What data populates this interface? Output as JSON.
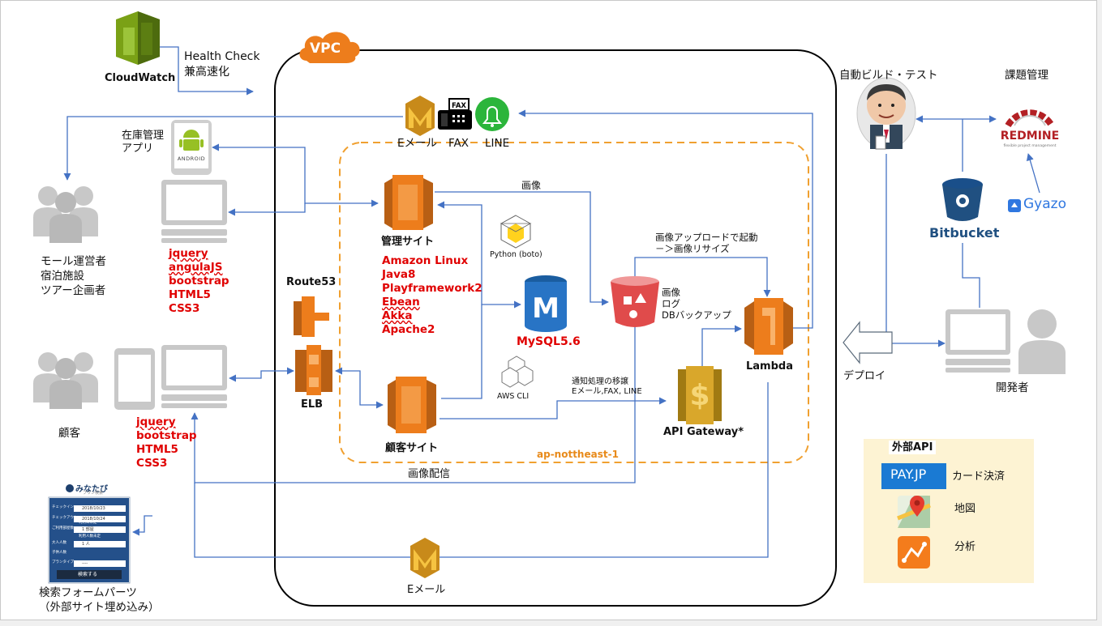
{
  "vpc": {
    "label": "VPC",
    "region": "ap-nottheast-1"
  },
  "cloudwatch": {
    "label": "CloudWatch",
    "note": "Health Check\n兼高速化"
  },
  "notify": {
    "email": "Eメール",
    "fax": "FAX",
    "line": "LINE",
    "fax_icon_text": "FAX"
  },
  "android": {
    "caption": "在庫管理\nアプリ",
    "brand": "ANDROID"
  },
  "mall": {
    "label": "モール運営者\n宿泊施設\nツアー企画者",
    "stack": [
      "jquery",
      "angulaJS",
      "bootstrap",
      "HTML5",
      "CSS3"
    ]
  },
  "customer": {
    "label": "顧客",
    "stack": [
      "jquery",
      "bootstrap",
      "HTML5",
      "CSS3"
    ]
  },
  "route53": {
    "label": "Route53"
  },
  "elb": {
    "label": "ELB"
  },
  "admin_site": {
    "label": "管理サイト",
    "stack": [
      "Amazon Linux",
      "Java8",
      "Playframework2",
      "Ebean",
      "Akka",
      "Apache2"
    ]
  },
  "customer_site": {
    "label": "顧客サイト"
  },
  "python": {
    "label": "Python (boto)"
  },
  "aws_cli": {
    "label": "AWS CLI"
  },
  "mysql": {
    "label": "MySQL5.6",
    "icon_letter": "M"
  },
  "s3": {
    "label": "画像\nログ\nDBバックアップ"
  },
  "lambda": {
    "label": "Lambda"
  },
  "api_gateway": {
    "label": "API Gateway*"
  },
  "edges": {
    "image": "画像",
    "upload_trigger": "画像アップロードで起動\n－＞画像リサイズ",
    "notify_move": "通知処理の移譲\nEメール,FAX, LINE",
    "image_delivery": "画像配信",
    "deploy": "デプロイ"
  },
  "bottom_email": {
    "label": "Eメール"
  },
  "jenkins": {
    "label": "自動ビルド・テスト"
  },
  "redmine": {
    "caption": "課題管理",
    "logo": "REDMINE",
    "tagline": "flexible project management"
  },
  "gyazo": {
    "label": "Gyazo"
  },
  "bitbucket": {
    "label": "Bitbucket"
  },
  "developer": {
    "label": "開発者"
  },
  "external_api": {
    "title": "外部API",
    "items": [
      {
        "icon": "PAY.JP",
        "label": "カード決済"
      },
      {
        "icon": "google-maps-icon",
        "label": "地図"
      },
      {
        "icon": "google-analytics-icon",
        "label": "分析"
      }
    ]
  },
  "search_form": {
    "logo": "みなたび",
    "logo_sub": "プラン検索",
    "rows": [
      {
        "label": "チェックイン",
        "value": "2018/10/23"
      },
      {
        "label": "チェックアウト",
        "value": "2018/10/24"
      },
      {
        "label": "ご利用部屋数",
        "value": "1 部屋"
      },
      {
        "label": "大人人数",
        "value": "1 人"
      },
      {
        "label": "子供人数",
        "value": ""
      },
      {
        "label": "プランタイプ",
        "value": "----"
      }
    ],
    "undecided": "利用日未定",
    "undecided2": "利用人数未定",
    "button": "検索する",
    "caption": "検索フォームパーツ\n（外部サイト埋め込み）"
  },
  "colors": {
    "aws_orange": "#ed7d1c",
    "aws_dark": "#b85f14",
    "line_blue": "#4472c4",
    "stack_red": "#e00000",
    "region_border": "#f0a030",
    "gray": "#c8c8c8"
  }
}
